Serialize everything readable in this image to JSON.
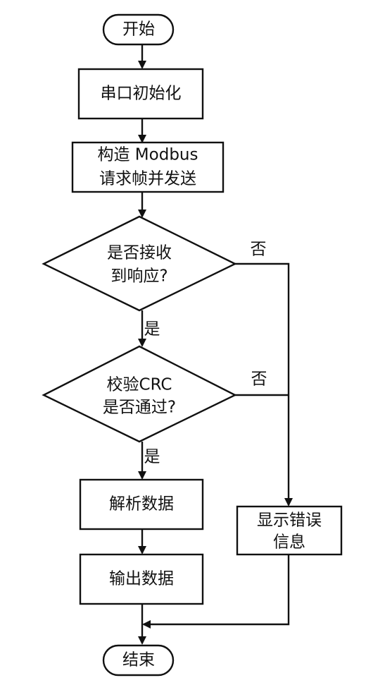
{
  "flowchart": {
    "start": {
      "label": "开始"
    },
    "init_serial": {
      "label": "串口初始化"
    },
    "build_request": {
      "line1": "构造 Modbus",
      "line2": "请求帧并发送"
    },
    "decision_response": {
      "line1": "是否接收",
      "line2": "到响应?"
    },
    "decision_crc": {
      "line1": "校验CRC",
      "line2": "是否通过?"
    },
    "parse_data": {
      "label": "解析数据"
    },
    "output_data": {
      "label": "输出数据"
    },
    "show_error": {
      "line1": "显示错误",
      "line2": "信息"
    },
    "end": {
      "label": "结束"
    },
    "labels": {
      "yes_response": "是",
      "no_response": "否",
      "yes_crc": "是",
      "no_crc": "否"
    }
  }
}
